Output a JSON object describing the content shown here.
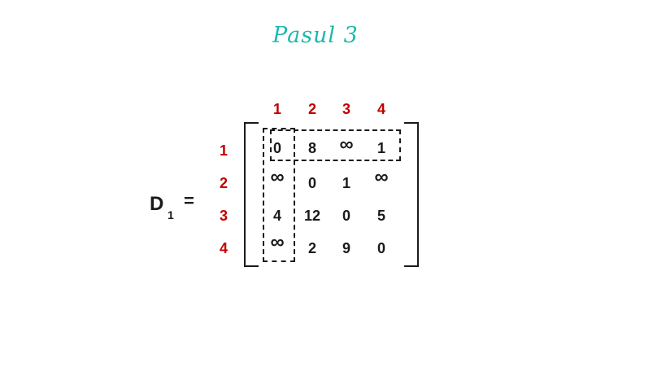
{
  "title": "Pasul 3",
  "matrix_name": "D",
  "matrix_subscript": "1",
  "equals_sign": "=",
  "column_headers": [
    "1",
    "2",
    "3",
    "4"
  ],
  "row_headers": [
    "1",
    "2",
    "3",
    "4"
  ],
  "rows": [
    [
      "0",
      "8",
      "∞",
      "1"
    ],
    [
      "∞",
      "0",
      "1",
      "∞"
    ],
    [
      "4",
      "12",
      "0",
      "5"
    ],
    [
      "∞",
      "2",
      "9",
      "0"
    ]
  ],
  "highlight": {
    "row": 1,
    "column": 1
  },
  "colors": {
    "title": "#1fb8ad",
    "headers": "#c00000",
    "text": "#1a1a1a"
  }
}
